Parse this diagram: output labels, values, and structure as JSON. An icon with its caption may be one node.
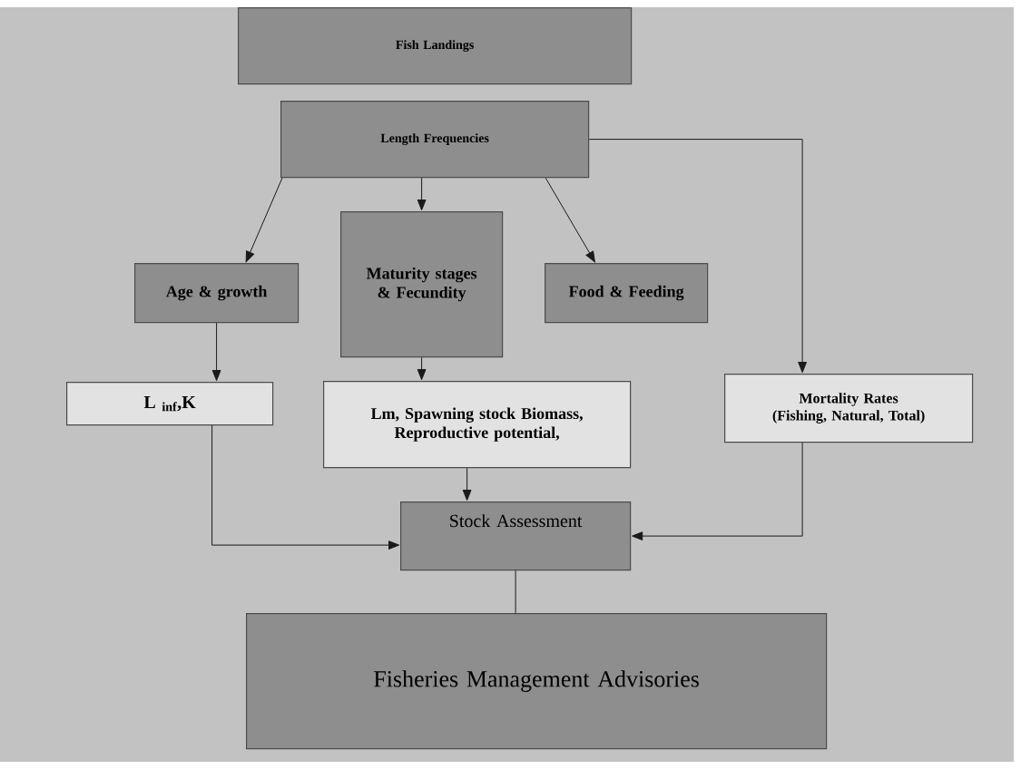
{
  "diagram": {
    "nodes": [
      {
        "text": [
          "Fish Landings"
        ]
      },
      {
        "text": [
          "Length Frequencies"
        ]
      },
      {
        "text": [
          "Age & growth"
        ]
      },
      {
        "text": [
          "Maturity stages & Fecundity"
        ]
      },
      {
        "text": [
          "Food & Feeding"
        ]
      },
      {
        "text": [
          "L $_{inf}$,K"
        ]
      },
      {
        "text": [
          "Lm, Spawning stock Biomass, Reproductive potential,"
        ]
      },
      {
        "text": [
          "Mortality Rates (Fishing, Natural, Total)"
        ]
      },
      {
        "text": [
          "Stock Assessment"
        ]
      },
      {
        "text": [
          "Fisheries Management Advisories"
        ]
      }
    ],
    "edges": [
      {
        "from": 1,
        "to": 2,
        "arrow": "to"
      },
      {
        "from": 1,
        "to": 3,
        "arrow": "to"
      },
      {
        "from": 1,
        "to": 4,
        "arrow": "to"
      },
      {
        "from": 1,
        "to": 7,
        "arrow": "to"
      },
      {
        "from": 2,
        "to": 5,
        "arrow": "to"
      },
      {
        "from": 3,
        "to": 6,
        "arrow": "to"
      },
      {
        "from": 6,
        "to": 8,
        "arrow": "to"
      },
      {
        "from": 5,
        "to": 8,
        "arrow": "to"
      },
      {
        "from": 7,
        "to": 8,
        "arrow": "to"
      },
      {
        "from": 8,
        "to": 9,
        "arrow": "none"
      }
    ]
  }
}
